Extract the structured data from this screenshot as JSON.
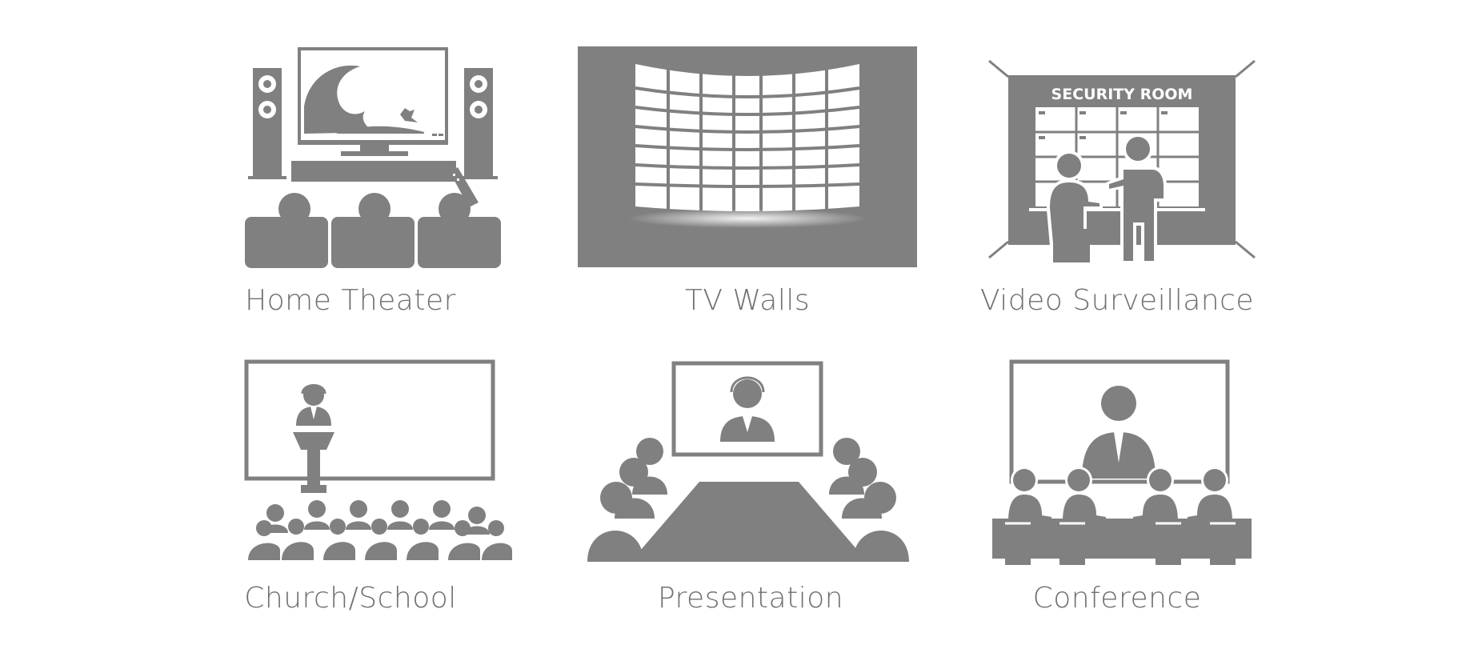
{
  "tiles": [
    {
      "id": "home-theater",
      "label": "Home Theater"
    },
    {
      "id": "tv-walls",
      "label": "TV Walls"
    },
    {
      "id": "video-surveillance",
      "label": "Video Surveillance",
      "sign": "SECURITY ROOM"
    },
    {
      "id": "church-school",
      "label": "Church/School"
    },
    {
      "id": "presentation",
      "label": "Presentation"
    },
    {
      "id": "conference",
      "label": "Conference"
    }
  ],
  "colors": {
    "icon": "#808080",
    "label": "#6f6f6f",
    "background": "#ffffff"
  }
}
